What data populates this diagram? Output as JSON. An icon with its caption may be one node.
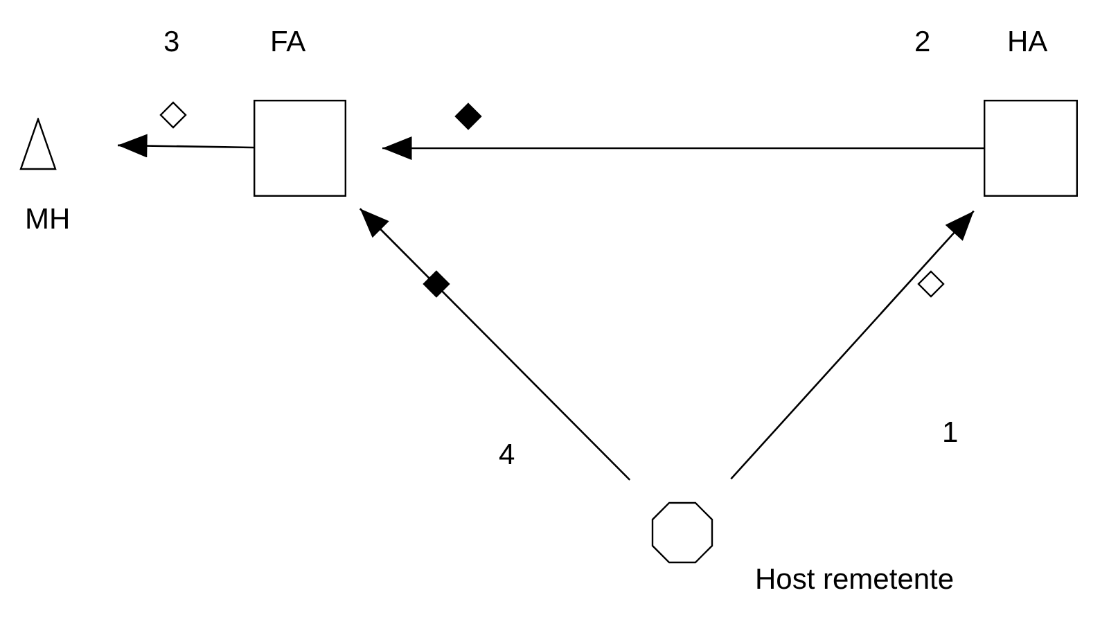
{
  "diagram": {
    "nodes": [
      {
        "text": [
          "MH"
        ]
      },
      {
        "text": [
          "FA"
        ]
      },
      {
        "text": [
          "HA"
        ]
      },
      {
        "text": [
          "Host remetente"
        ]
      }
    ],
    "edges": [
      {
        "from": 3,
        "to": 2,
        "arrow": "to",
        "label": "1"
      },
      {
        "from": 2,
        "to": 1,
        "arrow": "to",
        "label": "2"
      },
      {
        "from": 1,
        "to": 0,
        "arrow": "to",
        "label": "3"
      },
      {
        "from": 3,
        "to": 1,
        "arrow": "to",
        "label": "4"
      }
    ]
  }
}
